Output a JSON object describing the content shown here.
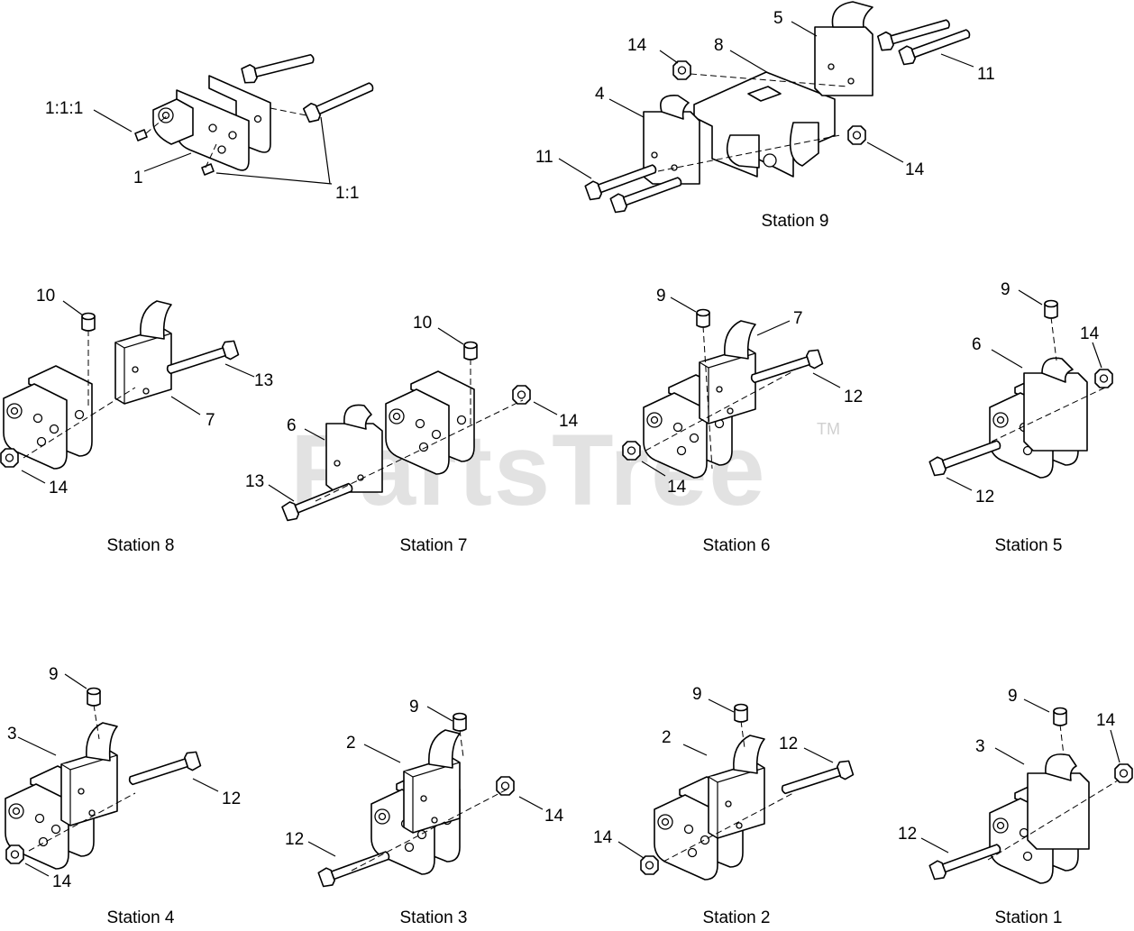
{
  "watermark": {
    "text": "PartsTree",
    "tm": "TM"
  },
  "stations": [
    {
      "key": "station_9",
      "caption": "Station 9"
    },
    {
      "key": "station_8",
      "caption": "Station 8"
    },
    {
      "key": "station_7",
      "caption": "Station 7"
    },
    {
      "key": "station_6",
      "caption": "Station 6"
    },
    {
      "key": "station_5",
      "caption": "Station 5"
    },
    {
      "key": "station_4",
      "caption": "Station 4"
    },
    {
      "key": "station_3",
      "caption": "Station 3"
    },
    {
      "key": "station_2",
      "caption": "Station 2"
    },
    {
      "key": "station_1",
      "caption": "Station 1"
    }
  ],
  "callouts": {
    "top": [
      "1:1:1",
      "1",
      "1:1"
    ],
    "station_9": [
      "14",
      "8",
      "5",
      "11",
      "4",
      "11",
      "14"
    ],
    "station_8": [
      "10",
      "13",
      "7",
      "14"
    ],
    "station_7": [
      "10",
      "14",
      "6",
      "13"
    ],
    "station_6": [
      "9",
      "7",
      "12",
      "14"
    ],
    "station_5": [
      "9",
      "14",
      "6",
      "12"
    ],
    "station_4": [
      "9",
      "3",
      "12",
      "14"
    ],
    "station_3": [
      "9",
      "2",
      "14",
      "12"
    ],
    "station_2": [
      "9",
      "2",
      "12",
      "14"
    ],
    "station_1": [
      "9",
      "14",
      "3",
      "12"
    ]
  }
}
